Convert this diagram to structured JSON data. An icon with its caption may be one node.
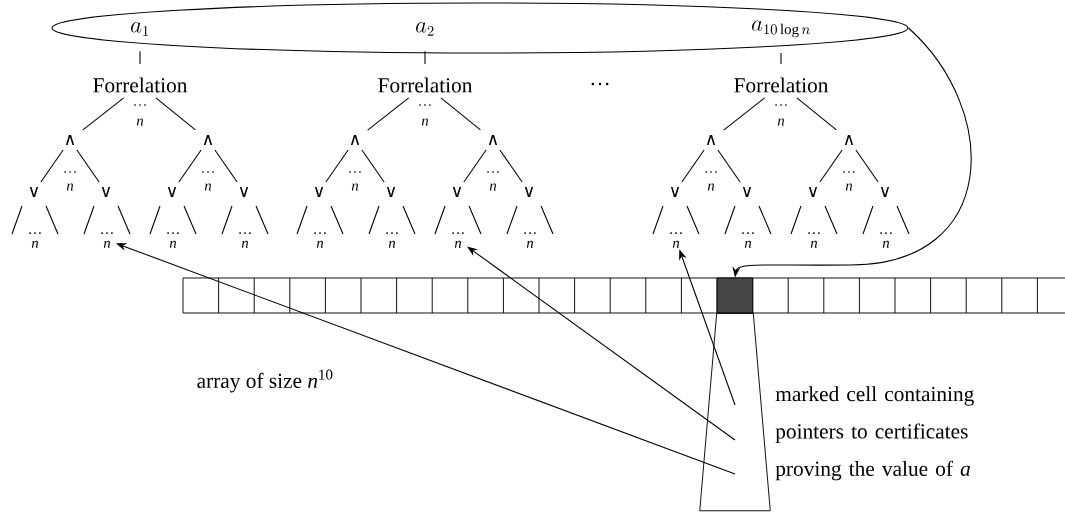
{
  "diagram": {
    "nodes": [
      {
        "text": [],
        "shape": "ellipse"
      },
      {
        "text": [
          "a_{1}"
        ],
        "in": 0
      },
      {
        "text": [
          "a_{2}"
        ],
        "in": 0
      },
      {
        "text": [
          "a_{10\\log n}"
        ],
        "in": 0
      },
      {
        "text": [
          "Forrelation"
        ],
        "beside": [
          "…",
          "n"
        ]
      },
      {
        "text": [
          "Forrelation"
        ],
        "beside": [
          "…",
          "n"
        ]
      },
      {
        "text": [
          "Forrelation"
        ],
        "beside": [
          "…",
          "n"
        ]
      },
      {
        "text": [
          "∧"
        ],
        "beside": [
          "…",
          "n"
        ]
      },
      {
        "text": [
          "∧"
        ],
        "beside": [
          "…",
          "n"
        ]
      },
      {
        "text": [
          "∧"
        ],
        "beside": [
          "…",
          "n"
        ]
      },
      {
        "text": [
          "∧"
        ],
        "beside": [
          "…",
          "n"
        ]
      },
      {
        "text": [
          "∧"
        ],
        "beside": [
          "…",
          "n"
        ]
      },
      {
        "text": [
          "∧"
        ],
        "beside": [
          "…",
          "n"
        ]
      },
      {
        "text": [
          "∨"
        ]
      },
      {
        "text": [
          "∨"
        ]
      },
      {
        "text": [
          "∨"
        ]
      },
      {
        "text": [
          "∨"
        ]
      },
      {
        "text": [
          "∨"
        ]
      },
      {
        "text": [
          "∨"
        ]
      },
      {
        "text": [
          "∨"
        ]
      },
      {
        "text": [
          "∨"
        ]
      },
      {
        "text": [
          "∨"
        ]
      },
      {
        "text": [
          "∨"
        ]
      },
      {
        "text": [
          "∨"
        ]
      },
      {
        "text": [
          "∨"
        ]
      },
      {
        "text": [
          "…",
          "n"
        ]
      },
      {
        "text": [
          "…",
          "n"
        ]
      },
      {
        "text": [
          "…",
          "n"
        ]
      },
      {
        "text": [
          "…",
          "n"
        ]
      },
      {
        "text": [
          "…",
          "n"
        ]
      },
      {
        "text": [
          "…",
          "n"
        ]
      },
      {
        "text": [
          "…",
          "n"
        ]
      },
      {
        "text": [
          "…",
          "n"
        ]
      },
      {
        "text": [
          "…",
          "n"
        ]
      },
      {
        "text": [
          "…",
          "n"
        ]
      },
      {
        "text": [
          "…",
          "n"
        ]
      },
      {
        "text": [
          "…",
          "n"
        ]
      },
      {
        "text": [],
        "shape": "box"
      },
      {
        "text": [],
        "shape": "trapezoid",
        "beside": [
          "marked cell containing pointers to certificates proving the value of *a*"
        ]
      }
    ],
    "edges": [
      {
        "from": 1,
        "to": 4,
        "arrow": "none"
      },
      {
        "from": 4,
        "to": 7,
        "arrow": "none"
      },
      {
        "from": 4,
        "to": 8,
        "arrow": "none"
      },
      {
        "from": 7,
        "to": 13,
        "arrow": "none"
      },
      {
        "from": 7,
        "to": 14,
        "arrow": "none"
      },
      {
        "from": 8,
        "to": 15,
        "arrow": "none"
      },
      {
        "from": 8,
        "to": 16,
        "arrow": "none"
      },
      {
        "from": 2,
        "to": 5,
        "arrow": "none"
      },
      {
        "from": 5,
        "to": 9,
        "arrow": "none"
      },
      {
        "from": 5,
        "to": 10,
        "arrow": "none"
      },
      {
        "from": 9,
        "to": 17,
        "arrow": "none"
      },
      {
        "from": 9,
        "to": 18,
        "arrow": "none"
      },
      {
        "from": 10,
        "to": 19,
        "arrow": "none"
      },
      {
        "from": 10,
        "to": 20,
        "arrow": "none"
      },
      {
        "from": 3,
        "to": 6,
        "arrow": "none"
      },
      {
        "from": 6,
        "to": 11,
        "arrow": "none"
      },
      {
        "from": 6,
        "to": 12,
        "arrow": "none"
      },
      {
        "from": 11,
        "to": 21,
        "arrow": "none"
      },
      {
        "from": 11,
        "to": 22,
        "arrow": "none"
      },
      {
        "from": 12,
        "to": 23,
        "arrow": "none"
      },
      {
        "from": 12,
        "to": 24,
        "arrow": "none"
      },
      {
        "from": 0,
        "to": 37,
        "arrow": "to"
      },
      {
        "from": 38,
        "to": 33,
        "arrow": "to"
      },
      {
        "from": 38,
        "to": 31,
        "arrow": "to"
      },
      {
        "from": 38,
        "to": 26,
        "arrow": "to"
      }
    ],
    "labels": [
      "…",
      "array of size *n*$^{10}$"
    ]
  }
}
